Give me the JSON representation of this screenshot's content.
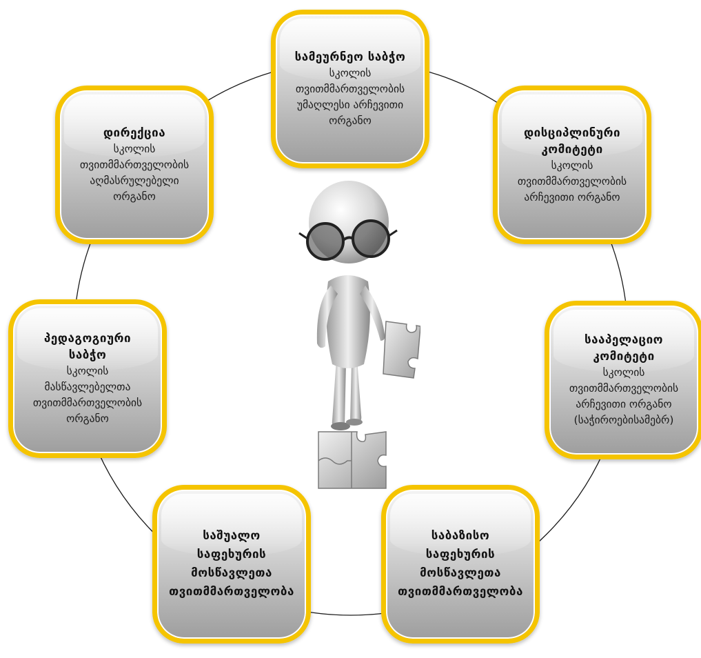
{
  "nodes": {
    "top": {
      "title": "სამეურნეო საბჭო",
      "desc": [
        "სკოლის",
        "თვითმმართველობის",
        "უმაღლესი არჩევითი",
        "ორგანო"
      ]
    },
    "top_right": {
      "title": [
        "დისციპლინური",
        "კომიტეტი"
      ],
      "desc": [
        "სკოლის",
        "თვითმმართველობის",
        "არჩევითი ორგანო"
      ]
    },
    "right": {
      "title": [
        "სააპელაციო",
        "კომიტეტი"
      ],
      "desc": [
        "სკოლის",
        "თვითმმართველობის",
        "არჩევითი ორგანო",
        "(საჭიროებისამებრ)"
      ]
    },
    "bottom_right": {
      "title": [
        "საბაზისო",
        "საფეხურის",
        "მოსწავლეთა",
        "თვითმმართველობა"
      ]
    },
    "bottom_left": {
      "title": [
        "საშუალო",
        "საფეხურის",
        "მოსწავლეთა",
        "თვითმმართველობა"
      ]
    },
    "left": {
      "title": [
        "პედაგოგიური",
        "საბჭო"
      ],
      "desc": [
        "სკოლის",
        "მასწავლებელთა",
        "თვითმმართველობის",
        "ორგანო"
      ]
    },
    "top_left": {
      "title": "დირექცია",
      "desc": [
        "სკოლის",
        "თვითმმართველობის",
        "აღმასრულებელი",
        "ორგანო"
      ]
    }
  },
  "colors": {
    "border": "#f5c400",
    "ring": "#1a1a1a"
  },
  "central_figure": "thinking-figure-with-glasses-holding-puzzle-piece"
}
